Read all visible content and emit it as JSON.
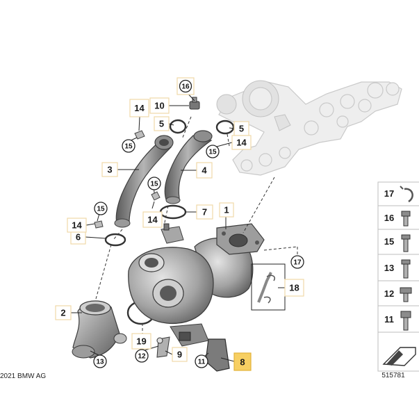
{
  "copyright": "2021 BMW AG",
  "image_number": "515781",
  "callouts": {
    "c1": "1",
    "c2": "2",
    "c3": "3",
    "c4": "4",
    "c5a": "5",
    "c5b": "5",
    "c6": "6",
    "c7": "7",
    "c8": "8",
    "c9": "9",
    "c10": "10",
    "c11": "11",
    "c12": "12",
    "c13": "13",
    "c14a": "14",
    "c14b": "14",
    "c14c": "14",
    "c14d": "14",
    "c15a": "15",
    "c15b": "15",
    "c15c": "15",
    "c15d": "15",
    "c16": "16",
    "c17": "17",
    "c18": "18",
    "c19": "19"
  },
  "parts_panel": [
    "17",
    "16",
    "15",
    "13",
    "12",
    "11"
  ],
  "colors": {
    "highlight": "#f7cf62",
    "callout_border": "#f0d9a8",
    "ghost_part": "#eeeeee",
    "metal": "#8f8f8f"
  }
}
